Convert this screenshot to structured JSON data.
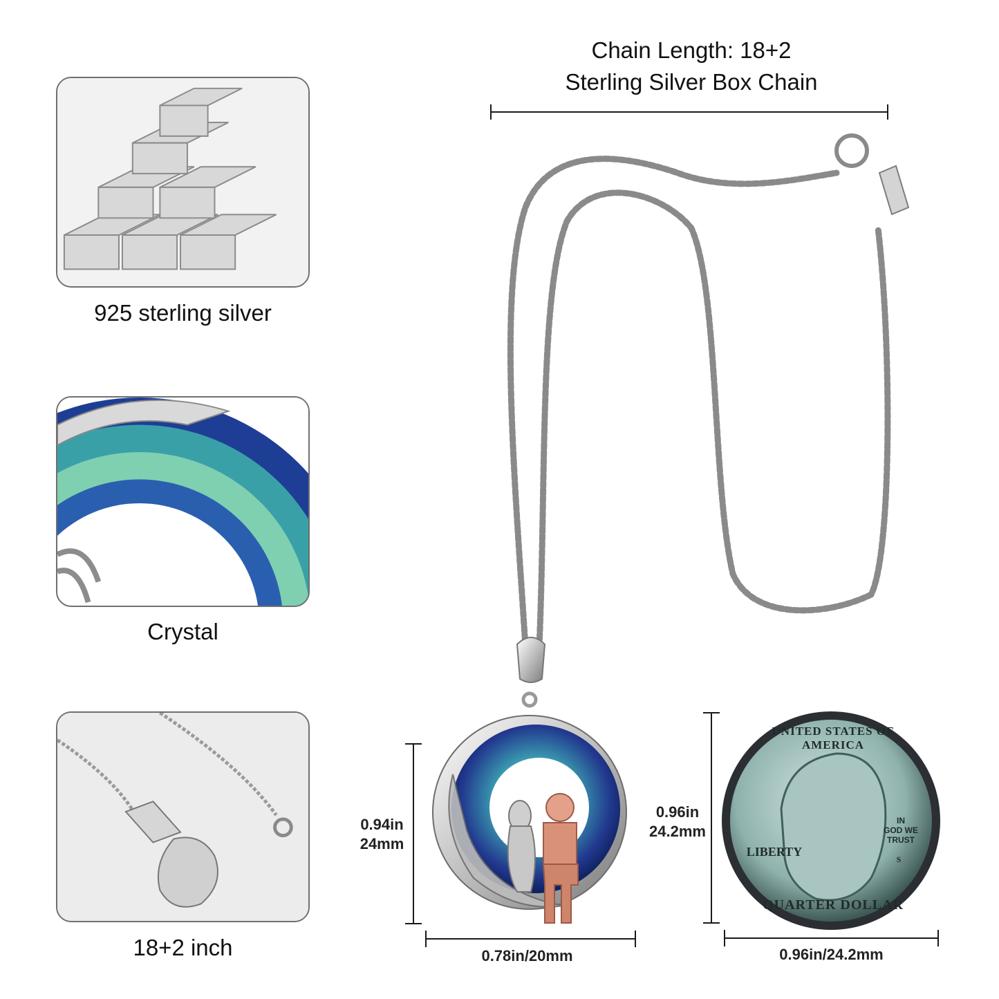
{
  "features": [
    {
      "caption": "925 sterling silver",
      "icon": "silver-bars-image"
    },
    {
      "caption": "Crystal",
      "icon": "crystal-closeup-image"
    },
    {
      "caption": "18+2 inch",
      "icon": "chain-clasp-image"
    }
  ],
  "chain": {
    "title_line1": "Chain Length: 18+2",
    "title_line2": "Sterling Silver Box Chain"
  },
  "pendant": {
    "height_in": "0.94in",
    "height_mm": "24mm",
    "width_label": "0.78in/20mm"
  },
  "coin": {
    "height_in": "0.96in",
    "height_mm": "24.2mm",
    "width_label": "0.96in/24.2mm",
    "text_top": "UNITED STATES OF AMERICA",
    "text_bottom": "QUARTER DOLLAR",
    "text_left": "LIBERTY",
    "motto_line1": "IN",
    "motto_line2": "GOD WE",
    "motto_line3": "TRUST",
    "mint": "S"
  },
  "colors": {
    "silver": "#c9c9c9",
    "crystal_blue": "#1f3f9a",
    "crystal_green": "#5fbfa0",
    "rose_gold": "#d9917a"
  }
}
